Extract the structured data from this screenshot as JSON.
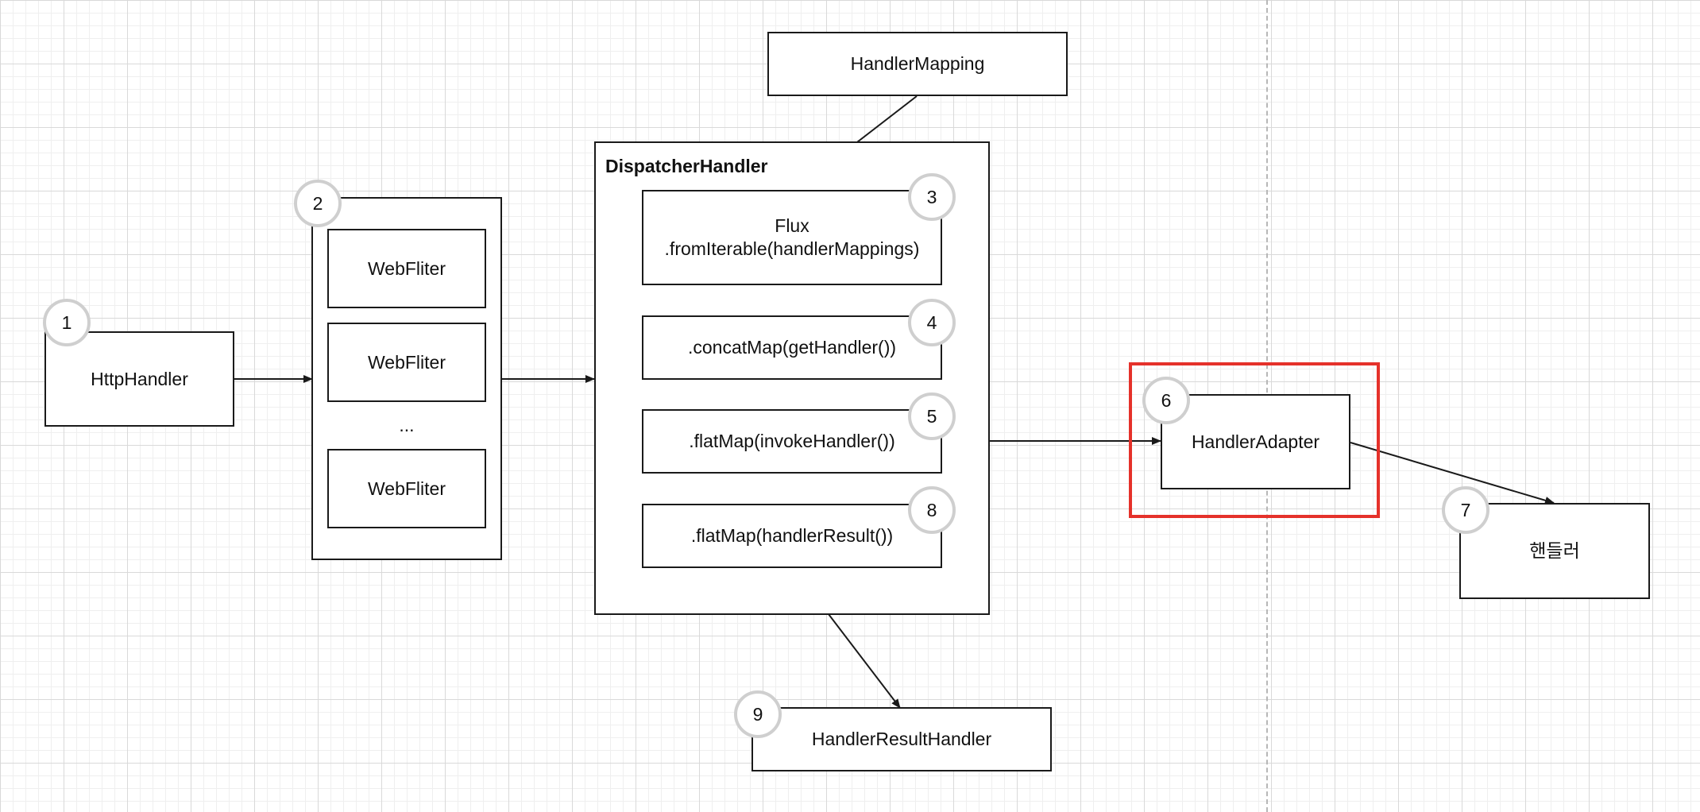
{
  "nodes": {
    "http_handler": "HttpHandler",
    "web_filter_1": "WebFliter",
    "web_filter_2": "WebFliter",
    "web_filter_ellipsis": "...",
    "web_filter_3": "WebFliter",
    "dispatcher_title": "DispatcherHandler",
    "handler_mapping": "HandlerMapping",
    "flux_from_iterable": "Flux\n.fromIterable(handlerMappings)",
    "concat_map": ".concatMap(getHandler())",
    "flat_map_invoke": ".flatMap(invokeHandler())",
    "flat_map_result": ".flatMap(handlerResult())",
    "handler_adapter": "HandlerAdapter",
    "handler": "핸들러",
    "handler_result_handler": "HandlerResultHandler"
  },
  "badges": {
    "b1": "1",
    "b2": "2",
    "b3": "3",
    "b4": "4",
    "b5": "5",
    "b6": "6",
    "b7": "7",
    "b8": "8",
    "b9": "9"
  },
  "colors": {
    "highlight": "#e5312a",
    "stroke": "#1a1a1a",
    "badge_border": "#cfcfcf"
  }
}
